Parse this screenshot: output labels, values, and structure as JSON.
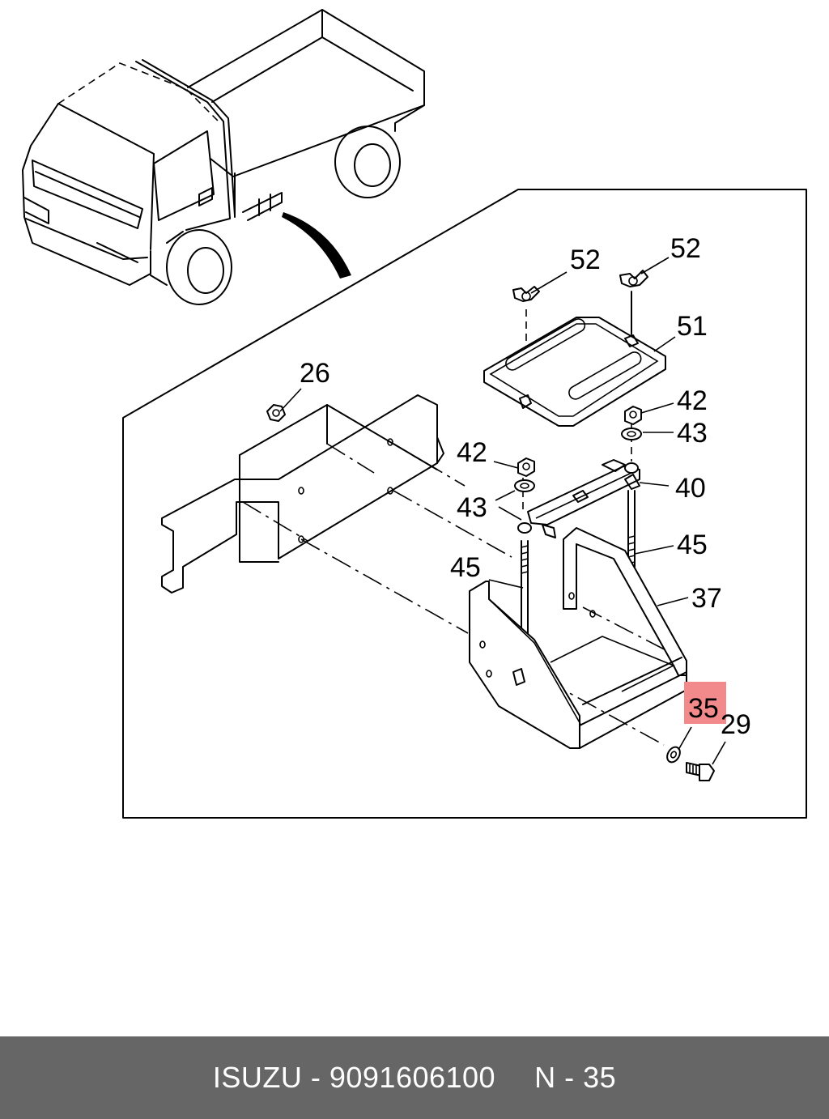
{
  "callouts": [
    {
      "id": "c52a",
      "label": "52"
    },
    {
      "id": "c52b",
      "label": "52"
    },
    {
      "id": "c51",
      "label": "51"
    },
    {
      "id": "c26",
      "label": "26"
    },
    {
      "id": "c42a",
      "label": "42"
    },
    {
      "id": "c42b",
      "label": "42"
    },
    {
      "id": "c43a",
      "label": "43"
    },
    {
      "id": "c43b",
      "label": "43"
    },
    {
      "id": "c40",
      "label": "40"
    },
    {
      "id": "c45a",
      "label": "45"
    },
    {
      "id": "c45b",
      "label": "45"
    },
    {
      "id": "c37",
      "label": "37"
    },
    {
      "id": "c35",
      "label": "35",
      "highlighted": true
    },
    {
      "id": "c29",
      "label": "29"
    }
  ],
  "highlight_color": "#f2898a",
  "footer": {
    "brand": "ISUZU",
    "separator": " - ",
    "part_number": "9091606100",
    "ref_prefix": "N",
    "ref_number": "35",
    "background": "#666666",
    "text_color": "#ffffff"
  }
}
